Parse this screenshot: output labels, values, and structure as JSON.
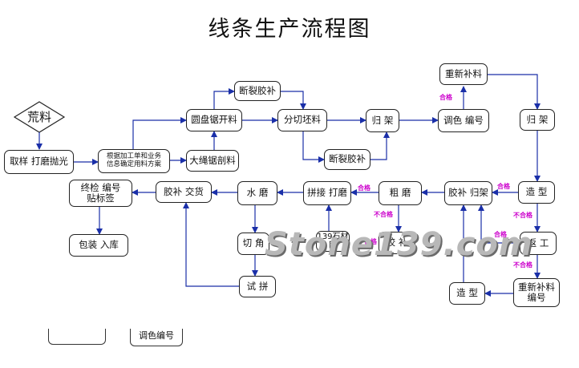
{
  "title": "线条生产流程图",
  "start": "荒料",
  "nodes": {
    "quyang": "取样 打磨抛光",
    "genju": "根据加工单和业务\n信息确定用料方案",
    "yuanpan": "圆盘锯开料",
    "dasheng": "大绳锯剖料",
    "duanlie1": "断裂胶补",
    "fenqie": "分切坯料",
    "duanlie2": "断裂胶补",
    "guijia1": "归 架",
    "tiaose": "调色 编号",
    "chongxin1": "重新补料",
    "guijia2": "归 架",
    "zaoxing1": "造 型",
    "jiaobu_guijia": "胶补 归架",
    "cumo": "粗 磨",
    "jiaobu": "胶 补",
    "pinjie": "拼接 打磨",
    "pinjie_sub": "139石材网",
    "shuimo": "水 磨",
    "qiejiao": "切 角",
    "shipin": "试 拼",
    "jiaobu_jiaohuo": "胶补 交货",
    "zhongjian": "终检 编号\n贴标签",
    "baozhuang": "包装 入库",
    "fangong": "返 工",
    "chongxin2": "重新补料\n编号",
    "zaoxing2": "造 型",
    "ghost1": "",
    "ghost2": "调色编号"
  },
  "labels": {
    "pass": "合格",
    "fail": "不合格"
  },
  "watermark": "Stone139.com",
  "colors": {
    "arrow": "#1a2fa8",
    "label": "#cc00cc"
  }
}
